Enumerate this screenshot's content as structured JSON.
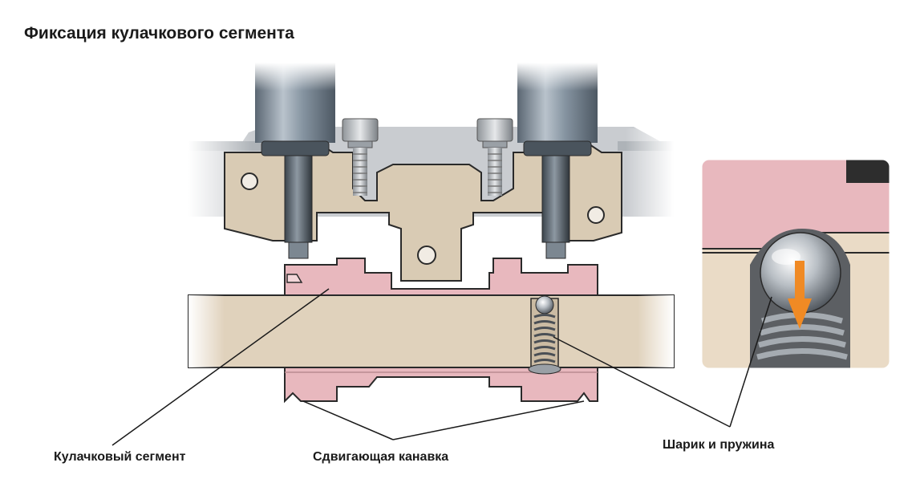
{
  "title": "Фиксация кулачкового сегмента",
  "labels": {
    "cam_segment": "Кулачковый сегмент",
    "shift_groove": "Сдвигающая канавка",
    "ball_spring": "Шарик и пружина"
  },
  "colors": {
    "housing": "#d9cbb4",
    "cam_segment": "#e8b8be",
    "shaft": "#e0d2bc",
    "actuator": "#6e7c88",
    "outline": "#2a2a2a",
    "arrow": "#f08a24"
  }
}
